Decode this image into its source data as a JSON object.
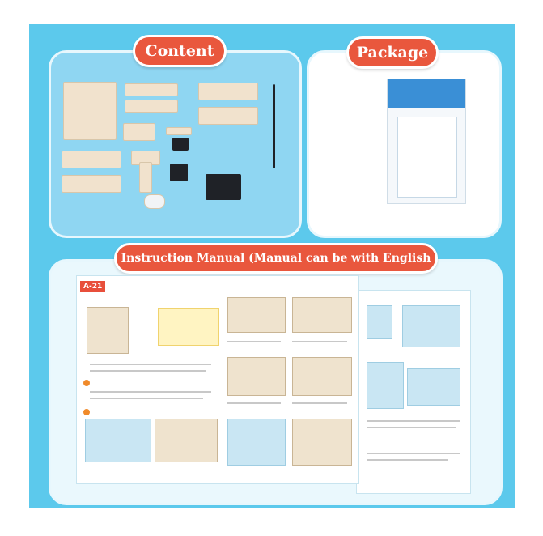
{
  "sections": {
    "content_label": "Content",
    "package_label": "Package",
    "manual_label": "Instruction Manual (Manual can be with English or Chinese)"
  },
  "manual": {
    "page_code": "A-21"
  },
  "colors": {
    "background_blue": "#5cc9ec",
    "label_red": "#e9573d",
    "panel_white": "#ffffff"
  }
}
